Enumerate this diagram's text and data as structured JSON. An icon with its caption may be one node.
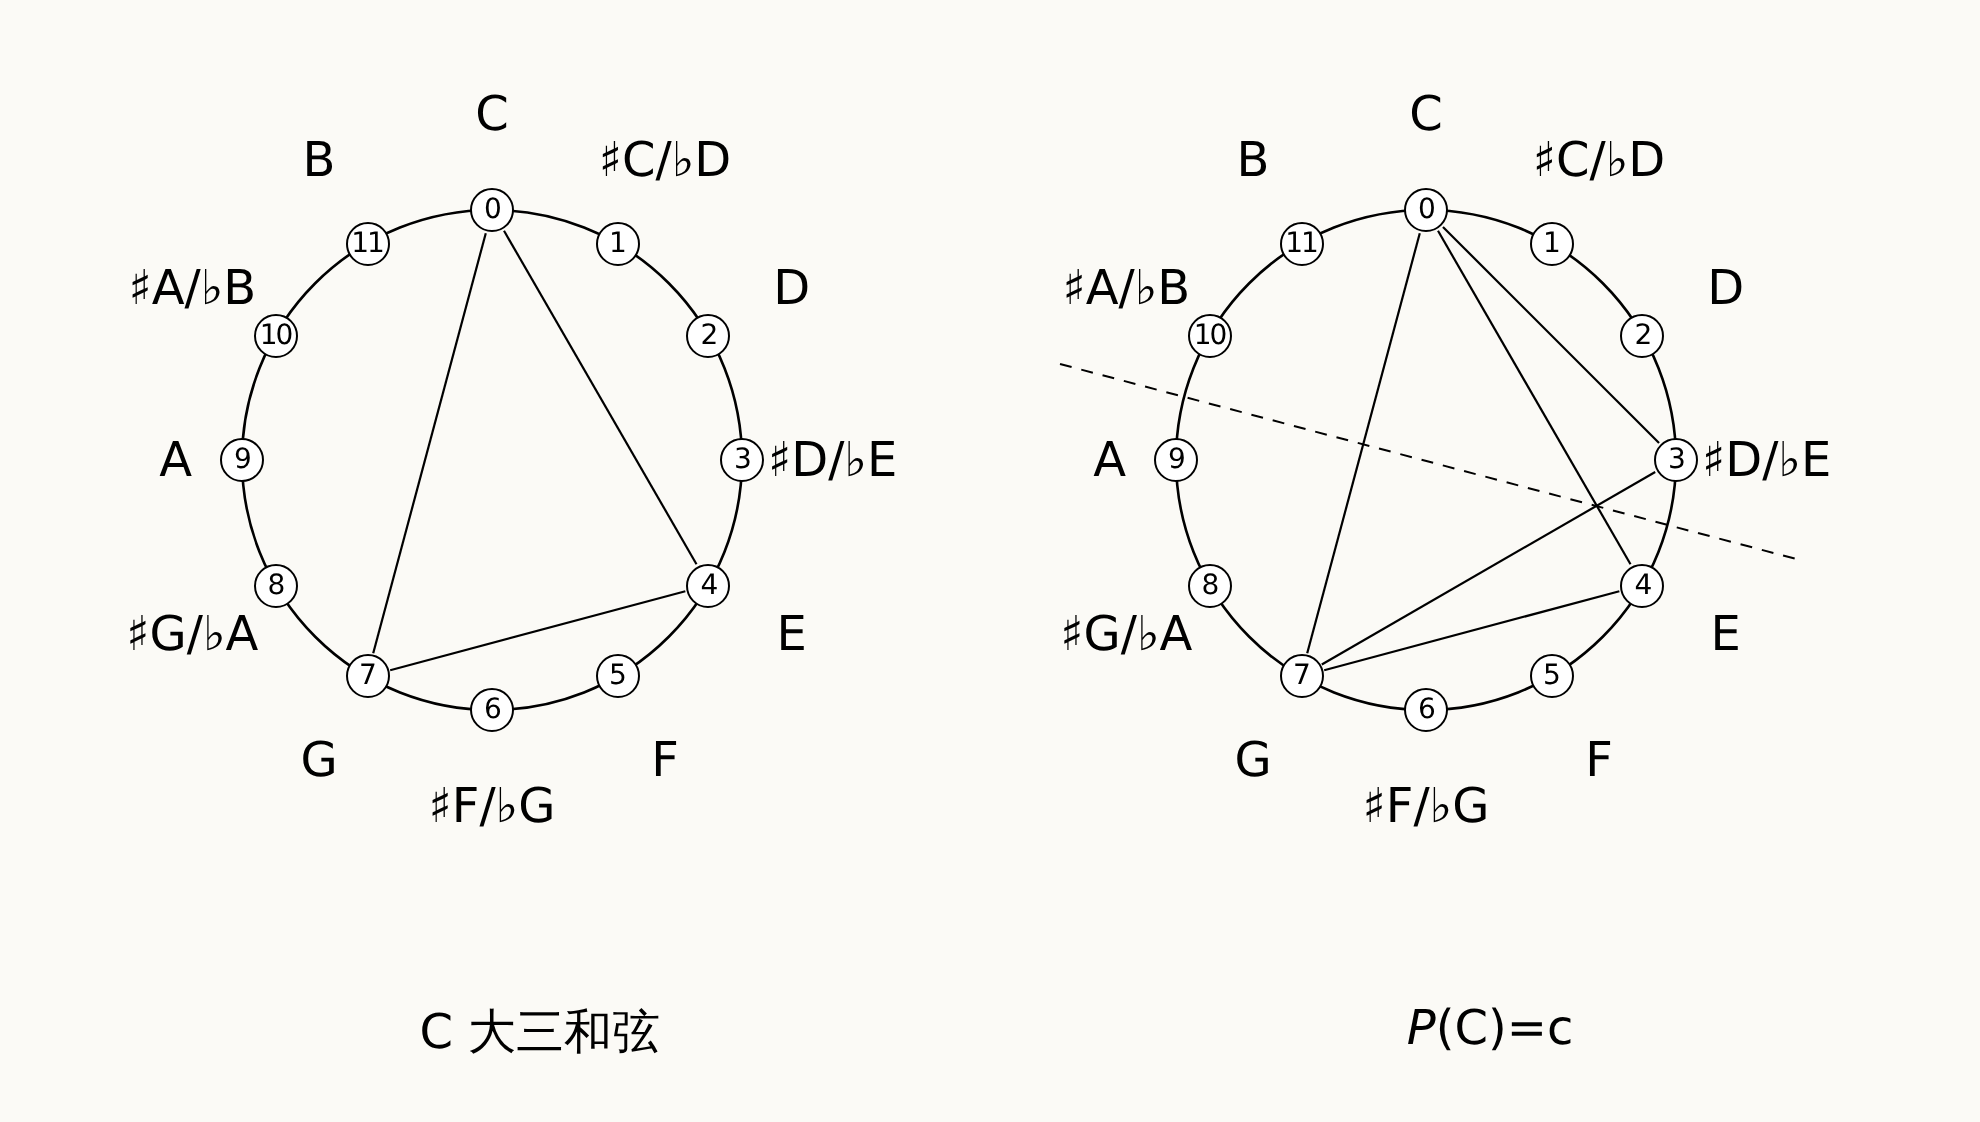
{
  "diagram": {
    "nodes": [
      {
        "text": [
          "0"
        ],
        "beside": [
          "C"
        ]
      },
      {
        "text": [
          "1"
        ],
        "beside": [
          "♯C/♭D"
        ]
      },
      {
        "text": [
          "2"
        ],
        "beside": [
          "D"
        ]
      },
      {
        "text": [
          "3"
        ],
        "beside": [
          "♯D/♭E"
        ]
      },
      {
        "text": [
          "4"
        ],
        "beside": [
          "E"
        ]
      },
      {
        "text": [
          "5"
        ],
        "beside": [
          "F"
        ]
      },
      {
        "text": [
          "6"
        ],
        "beside": [
          "♯F/♭G"
        ]
      },
      {
        "text": [
          "7"
        ],
        "beside": [
          "G"
        ]
      },
      {
        "text": [
          "8"
        ],
        "beside": [
          "♯G/♭A"
        ]
      },
      {
        "text": [
          "9"
        ],
        "beside": [
          "A"
        ]
      },
      {
        "text": [
          "10"
        ],
        "beside": [
          "♯A/♭B"
        ]
      },
      {
        "text": [
          "11"
        ],
        "beside": [
          "B"
        ]
      },
      {
        "text": [
          "0"
        ],
        "beside": [
          "C"
        ]
      },
      {
        "text": [
          "1"
        ],
        "beside": [
          "♯C/♭D"
        ]
      },
      {
        "text": [
          "2"
        ],
        "beside": [
          "D"
        ]
      },
      {
        "text": [
          "3"
        ],
        "beside": [
          "♯D/♭E"
        ]
      },
      {
        "text": [
          "4"
        ],
        "beside": [
          "E"
        ]
      },
      {
        "text": [
          "5"
        ],
        "beside": [
          "F"
        ]
      },
      {
        "text": [
          "6"
        ],
        "beside": [
          "♯F/♭G"
        ]
      },
      {
        "text": [
          "7"
        ],
        "beside": [
          "G"
        ]
      },
      {
        "text": [
          "8"
        ],
        "beside": [
          "♯G/♭A"
        ]
      },
      {
        "text": [
          "9"
        ],
        "beside": [
          "A"
        ]
      },
      {
        "text": [
          "10"
        ],
        "beside": [
          "♯A/♭B"
        ]
      },
      {
        "text": [
          "11"
        ],
        "beside": [
          "B"
        ]
      }
    ],
    "edges": [
      {
        "from": 0,
        "to": 4,
        "arrow": "none"
      },
      {
        "from": 4,
        "to": 7,
        "arrow": "none"
      },
      {
        "from": 7,
        "to": 0,
        "arrow": "none"
      },
      {
        "from": 12,
        "to": 15,
        "arrow": "none"
      },
      {
        "from": 12,
        "to": 16,
        "arrow": "none"
      },
      {
        "from": 19,
        "to": 12,
        "arrow": "none"
      },
      {
        "from": 19,
        "to": 15,
        "arrow": "none"
      },
      {
        "from": 19,
        "to": 16,
        "arrow": "none"
      }
    ],
    "labels": [
      "C 大三和弦",
      "*P*(C)=c"
    ]
  }
}
